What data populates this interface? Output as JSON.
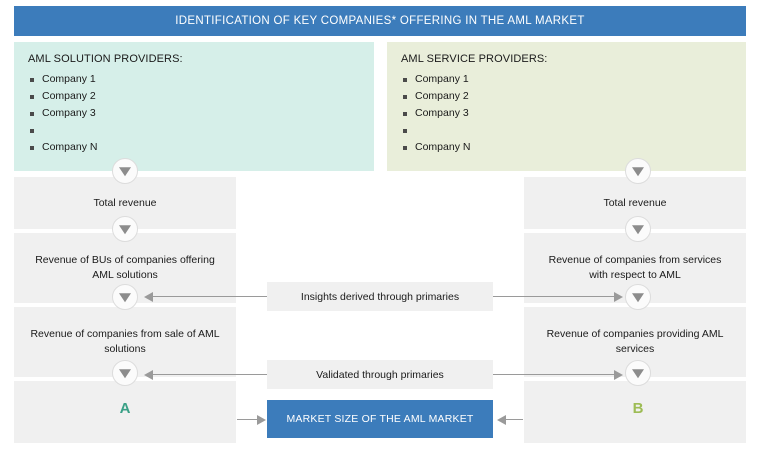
{
  "header": {
    "title": "IDENTIFICATION OF KEY COMPANIES* OFFERING IN THE AML MARKET",
    "background_color": "#3c7cbb",
    "text_color": "#ffffff"
  },
  "panels": {
    "solution_providers": {
      "heading": "AML SOLUTION PROVIDERS:",
      "background_color": "#d6efe9",
      "items": [
        "Company 1",
        "Company 2",
        "Company 3",
        "",
        "Company N"
      ]
    },
    "service_providers": {
      "heading": "AML SERVICE PROVIDERS:",
      "background_color": "#e9eeda",
      "items": [
        "Company 1",
        "Company 2",
        "Company 3",
        "",
        "Company N"
      ]
    }
  },
  "left_flow": {
    "label": "A",
    "label_color": "#3aa086",
    "steps": [
      "Total revenue",
      "Revenue of BUs of companies offering AML solutions",
      "Revenue of companies from sale of AML solutions",
      ""
    ]
  },
  "right_flow": {
    "label": "B",
    "label_color": "#9dbc55",
    "steps": [
      "Total revenue",
      "Revenue of companies from services with respect to AML",
      "Revenue of companies providing AML services",
      ""
    ]
  },
  "center_notes": {
    "insights": "Insights derived through primaries",
    "validated": "Validated through primaries"
  },
  "result": {
    "label": "MARKET SIZE OF THE AML MARKET",
    "background_color": "#3c7cbb",
    "text_color": "#ffffff"
  },
  "icons": {
    "marker": "chevron-down-circle-icon",
    "arrow_left": "arrow-left-icon",
    "arrow_right": "arrow-right-icon"
  }
}
